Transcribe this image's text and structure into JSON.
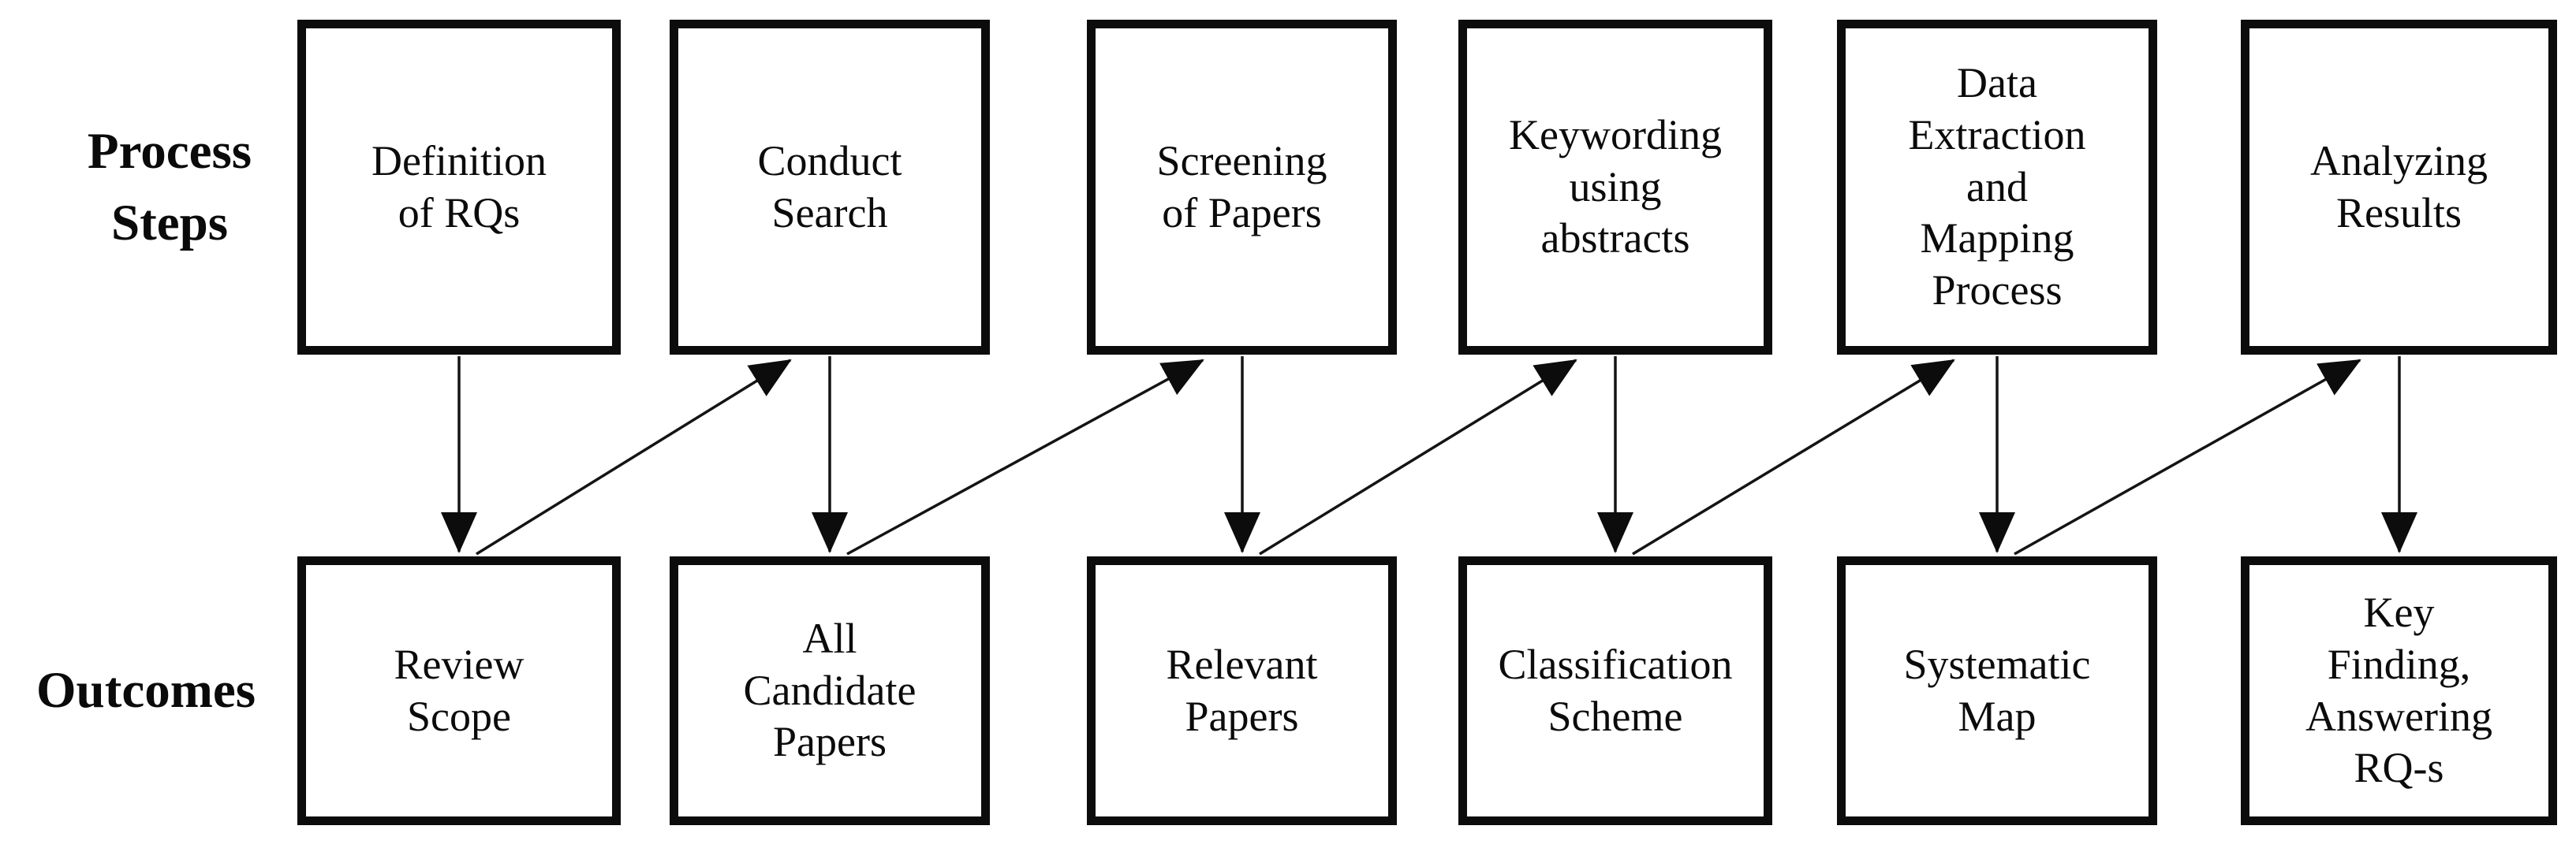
{
  "diagram": {
    "row_labels": {
      "process_steps": "Process\nSteps",
      "outcomes": "Outcomes"
    },
    "process_steps": [
      {
        "label": "Definition\nof RQs"
      },
      {
        "label": "Conduct\nSearch"
      },
      {
        "label": "Screening\nof Papers"
      },
      {
        "label": "Keywording\nusing\nabstracts"
      },
      {
        "label": "Data\nExtraction\nand\nMapping\nProcess"
      },
      {
        "label": "Analyzing\nResults"
      }
    ],
    "outcomes": [
      {
        "label": "Review\nScope"
      },
      {
        "label": "All\nCandidate\nPapers"
      },
      {
        "label": "Relevant\nPapers"
      },
      {
        "label": "Classification\nScheme"
      },
      {
        "label": "Systematic\nMap"
      },
      {
        "label": "Key\nFinding,\nAnswering\nRQ-s"
      }
    ],
    "connections": [
      {
        "from": "Definition of RQs",
        "to": "Review Scope",
        "type": "vertical-down"
      },
      {
        "from": "Conduct Search",
        "to": "All Candidate Papers",
        "type": "vertical-down"
      },
      {
        "from": "Screening of Papers",
        "to": "Relevant Papers",
        "type": "vertical-down"
      },
      {
        "from": "Keywording using abstracts",
        "to": "Classification Scheme",
        "type": "vertical-down"
      },
      {
        "from": "Data Extraction and Mapping Process",
        "to": "Systematic Map",
        "type": "vertical-down"
      },
      {
        "from": "Analyzing Results",
        "to": "Key Finding, Answering RQ-s",
        "type": "vertical-down"
      },
      {
        "from": "Review Scope",
        "to": "Conduct Search",
        "type": "diagonal-up"
      },
      {
        "from": "All Candidate Papers",
        "to": "Screening of Papers",
        "type": "diagonal-up"
      },
      {
        "from": "Relevant Papers",
        "to": "Keywording using abstracts",
        "type": "diagonal-up"
      },
      {
        "from": "Classification Scheme",
        "to": "Data Extraction and Mapping Process",
        "type": "diagonal-up"
      },
      {
        "from": "Systematic Map",
        "to": "Analyzing Results",
        "type": "diagonal-up"
      }
    ],
    "colors": {
      "background": "#ffffff",
      "box_border": "#0c0c0c",
      "arrow": "#141414",
      "text": "#0b0b0b"
    }
  }
}
